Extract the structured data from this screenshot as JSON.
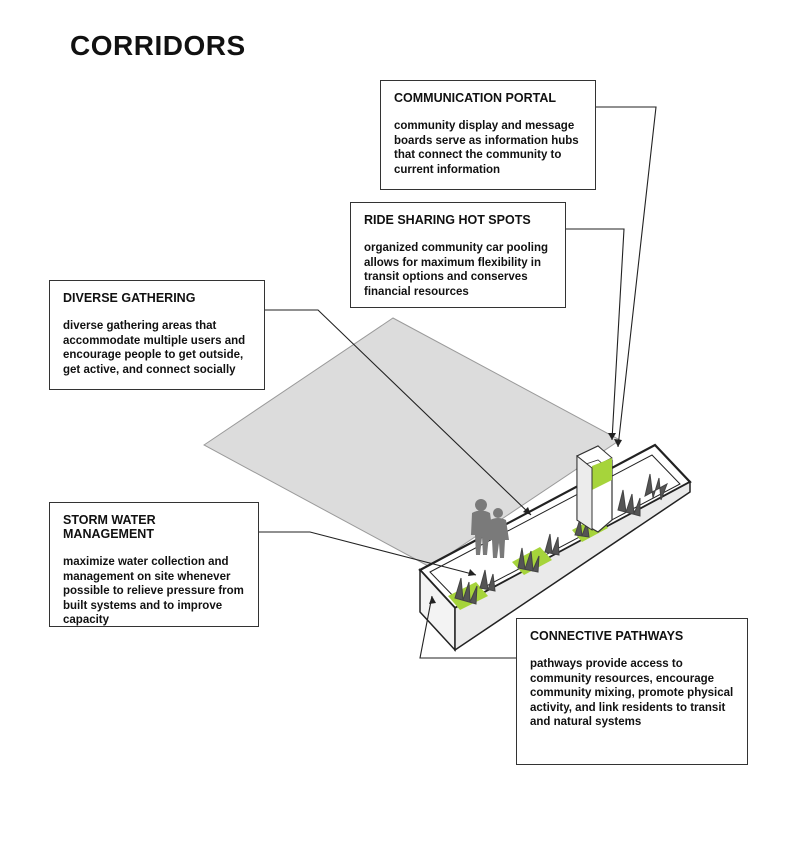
{
  "title": "CORRIDORS",
  "callouts": {
    "communication_portal": {
      "heading": "COMMUNICATION PORTAL",
      "body": "community display and message boards serve as information hubs that connect the community to current information"
    },
    "ride_sharing": {
      "heading": "RIDE SHARING HOT SPOTS",
      "body": "organized community car pooling allows for maximum flexibility in transit options and conserves financial resources"
    },
    "diverse_gathering": {
      "heading": "DIVERSE GATHERING",
      "body": "diverse gathering areas that accommodate multiple users and encourage people to get outside, get active, and connect socially"
    },
    "storm_water": {
      "heading": "STORM WATER MANAGEMENT",
      "body": "maximize water collection and management on site whenever possible to relieve pressure from built systems and to improve capacity"
    },
    "connective_pathways": {
      "heading": "CONNECTIVE PATHWAYS",
      "body": "pathways provide access to community resources, encourage community mixing, promote physical activity, and link residents to transit and natural systems"
    }
  },
  "colors": {
    "accent_green": "#a6d43b",
    "ground_gray": "#dcdcdc",
    "figure_gray": "#7a7a7a",
    "line": "#222222"
  }
}
